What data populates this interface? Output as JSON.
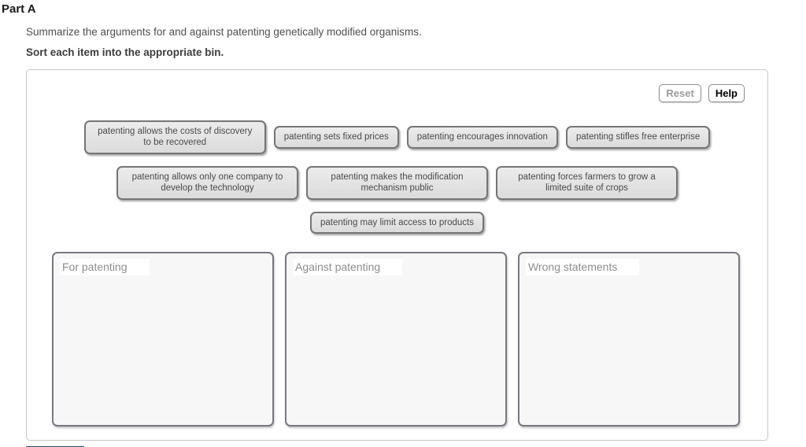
{
  "header": {
    "part_title": "Part A",
    "instruction": "Summarize the arguments for and against patenting genetically modified organisms.",
    "sort_instruction": "Sort each item into the appropriate bin."
  },
  "toolbar": {
    "reset_label": "Reset",
    "help_label": "Help"
  },
  "chips": [
    {
      "label": "patenting allows the costs of discovery to be recovered"
    },
    {
      "label": "patenting sets fixed prices"
    },
    {
      "label": "patenting encourages innovation"
    },
    {
      "label": "patenting stifles free enterprise"
    },
    {
      "label": "patenting allows only one company to develop the technology"
    },
    {
      "label": "patenting makes the modification mechanism public"
    },
    {
      "label": "patenting forces farmers to grow a limited suite of crops"
    },
    {
      "label": "patenting may limit access to products"
    }
  ],
  "bins": [
    {
      "label": "For patenting"
    },
    {
      "label": "Against patenting"
    },
    {
      "label": "Wrong statements"
    }
  ],
  "colors": {
    "chip_background": "#e4e4e4",
    "chip_border": "#757575",
    "bin_background": "#f7f7f7",
    "bin_border": "#787882",
    "panel_border": "#c8c8c8",
    "submit_accent": "#1e5180"
  }
}
